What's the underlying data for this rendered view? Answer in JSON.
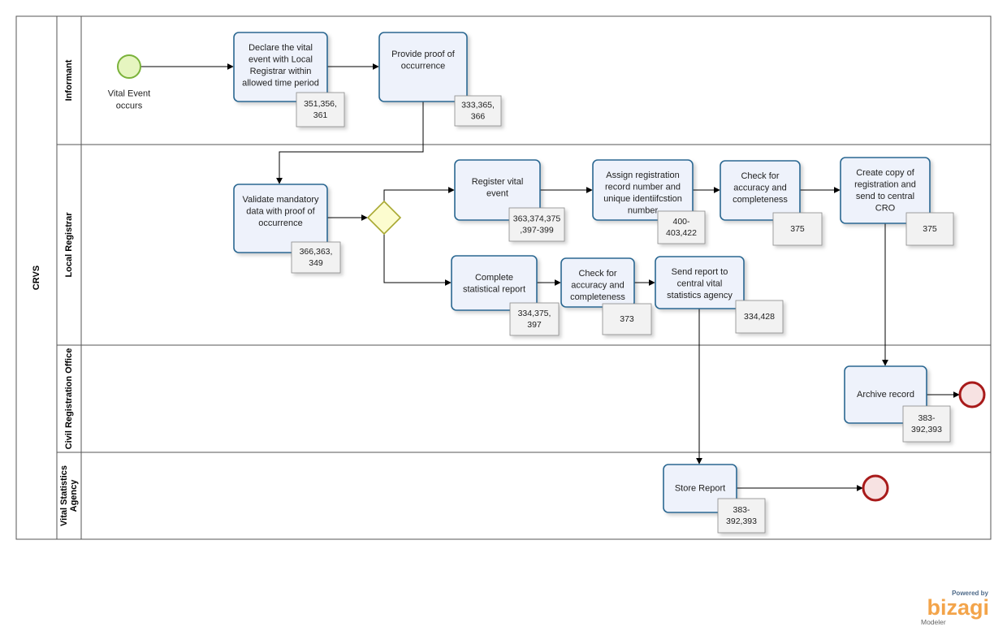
{
  "pool": {
    "title": "CRVS"
  },
  "lanes": [
    {
      "id": "informant",
      "title": [
        "Informant"
      ]
    },
    {
      "id": "local",
      "title": [
        "Local Registrar"
      ]
    },
    {
      "id": "cro",
      "title": [
        "Civil Registration Office"
      ]
    },
    {
      "id": "vsa",
      "title": [
        "Vital Statistics",
        "Agency"
      ]
    }
  ],
  "events": [
    {
      "id": "start",
      "kind": "start",
      "label": [
        "Vital Event",
        "occurs"
      ]
    },
    {
      "id": "end_cro",
      "kind": "end",
      "label": []
    },
    {
      "id": "end_vsa",
      "kind": "end",
      "label": []
    }
  ],
  "tasks": [
    {
      "id": "declare",
      "lines": [
        "Declare the vital",
        "event with Local",
        "Registrar within",
        "allowed time period"
      ]
    },
    {
      "id": "proof",
      "lines": [
        "Provide proof of",
        "occurrence"
      ]
    },
    {
      "id": "validate",
      "lines": [
        "Validate mandatory",
        "data with proof of",
        "occurrence"
      ]
    },
    {
      "id": "register",
      "lines": [
        "Register vital",
        "event"
      ]
    },
    {
      "id": "assign",
      "lines": [
        "Assign registration",
        "record number and",
        "unique identiifcstion",
        "number"
      ]
    },
    {
      "id": "check1",
      "lines": [
        "Check for",
        "accuracy and",
        "completeness"
      ]
    },
    {
      "id": "copy",
      "lines": [
        "Create copy of",
        "registration and",
        "send to central",
        "CRO"
      ]
    },
    {
      "id": "complete",
      "lines": [
        "Complete",
        "statistical report"
      ]
    },
    {
      "id": "check2",
      "lines": [
        "Check for",
        "accuracy and",
        "completeness"
      ]
    },
    {
      "id": "send",
      "lines": [
        "Send report to",
        "central vital",
        "statistics agency"
      ]
    },
    {
      "id": "archive",
      "lines": [
        "Archive record"
      ]
    },
    {
      "id": "store",
      "lines": [
        "Store Report"
      ]
    }
  ],
  "notes": [
    {
      "id": "n_declare",
      "lines": [
        "351,356,",
        "361"
      ]
    },
    {
      "id": "n_proof",
      "lines": [
        "333,365,",
        "366"
      ]
    },
    {
      "id": "n_validate",
      "lines": [
        "366,363,",
        "349"
      ]
    },
    {
      "id": "n_register",
      "lines": [
        "363,374,375",
        ",397-399"
      ]
    },
    {
      "id": "n_assign",
      "lines": [
        "400-",
        "403,422"
      ]
    },
    {
      "id": "n_check1",
      "lines": [
        "375"
      ]
    },
    {
      "id": "n_copy",
      "lines": [
        "375"
      ]
    },
    {
      "id": "n_complete",
      "lines": [
        "334,375,",
        "397"
      ]
    },
    {
      "id": "n_check2",
      "lines": [
        "373"
      ]
    },
    {
      "id": "n_send",
      "lines": [
        "334,428"
      ]
    },
    {
      "id": "n_archive",
      "lines": [
        "383-",
        "392,393"
      ]
    },
    {
      "id": "n_store",
      "lines": [
        "383-",
        "392,393"
      ]
    }
  ],
  "gateways": [
    {
      "id": "split",
      "kind": "exclusive"
    }
  ],
  "flows": [
    [
      "start",
      "declare"
    ],
    [
      "declare",
      "proof"
    ],
    [
      "proof",
      "validate"
    ],
    [
      "validate",
      "split"
    ],
    [
      "split",
      "register"
    ],
    [
      "split",
      "complete"
    ],
    [
      "register",
      "assign"
    ],
    [
      "assign",
      "check1"
    ],
    [
      "check1",
      "copy"
    ],
    [
      "copy",
      "archive"
    ],
    [
      "archive",
      "end_cro"
    ],
    [
      "complete",
      "check2"
    ],
    [
      "check2",
      "send"
    ],
    [
      "send",
      "store"
    ],
    [
      "store",
      "end_vsa"
    ]
  ],
  "branding": {
    "powered": "Powered by",
    "name": "bizagi",
    "product": "Modeler"
  },
  "colors": {
    "task_fill": "#eef2fb",
    "task_stroke": "#2c6792",
    "start_fill": "#e6f5c0",
    "start_stroke": "#7ab23a",
    "end_fill": "#f7e2e2",
    "end_stroke": "#a81a1a",
    "gateway_fill": "#fcfccf",
    "gateway_stroke": "#a8a830",
    "note_fill": "#f2f2f2",
    "note_stroke": "#8a8a8a",
    "lane_stroke": "#555555",
    "flow": "#000000"
  }
}
